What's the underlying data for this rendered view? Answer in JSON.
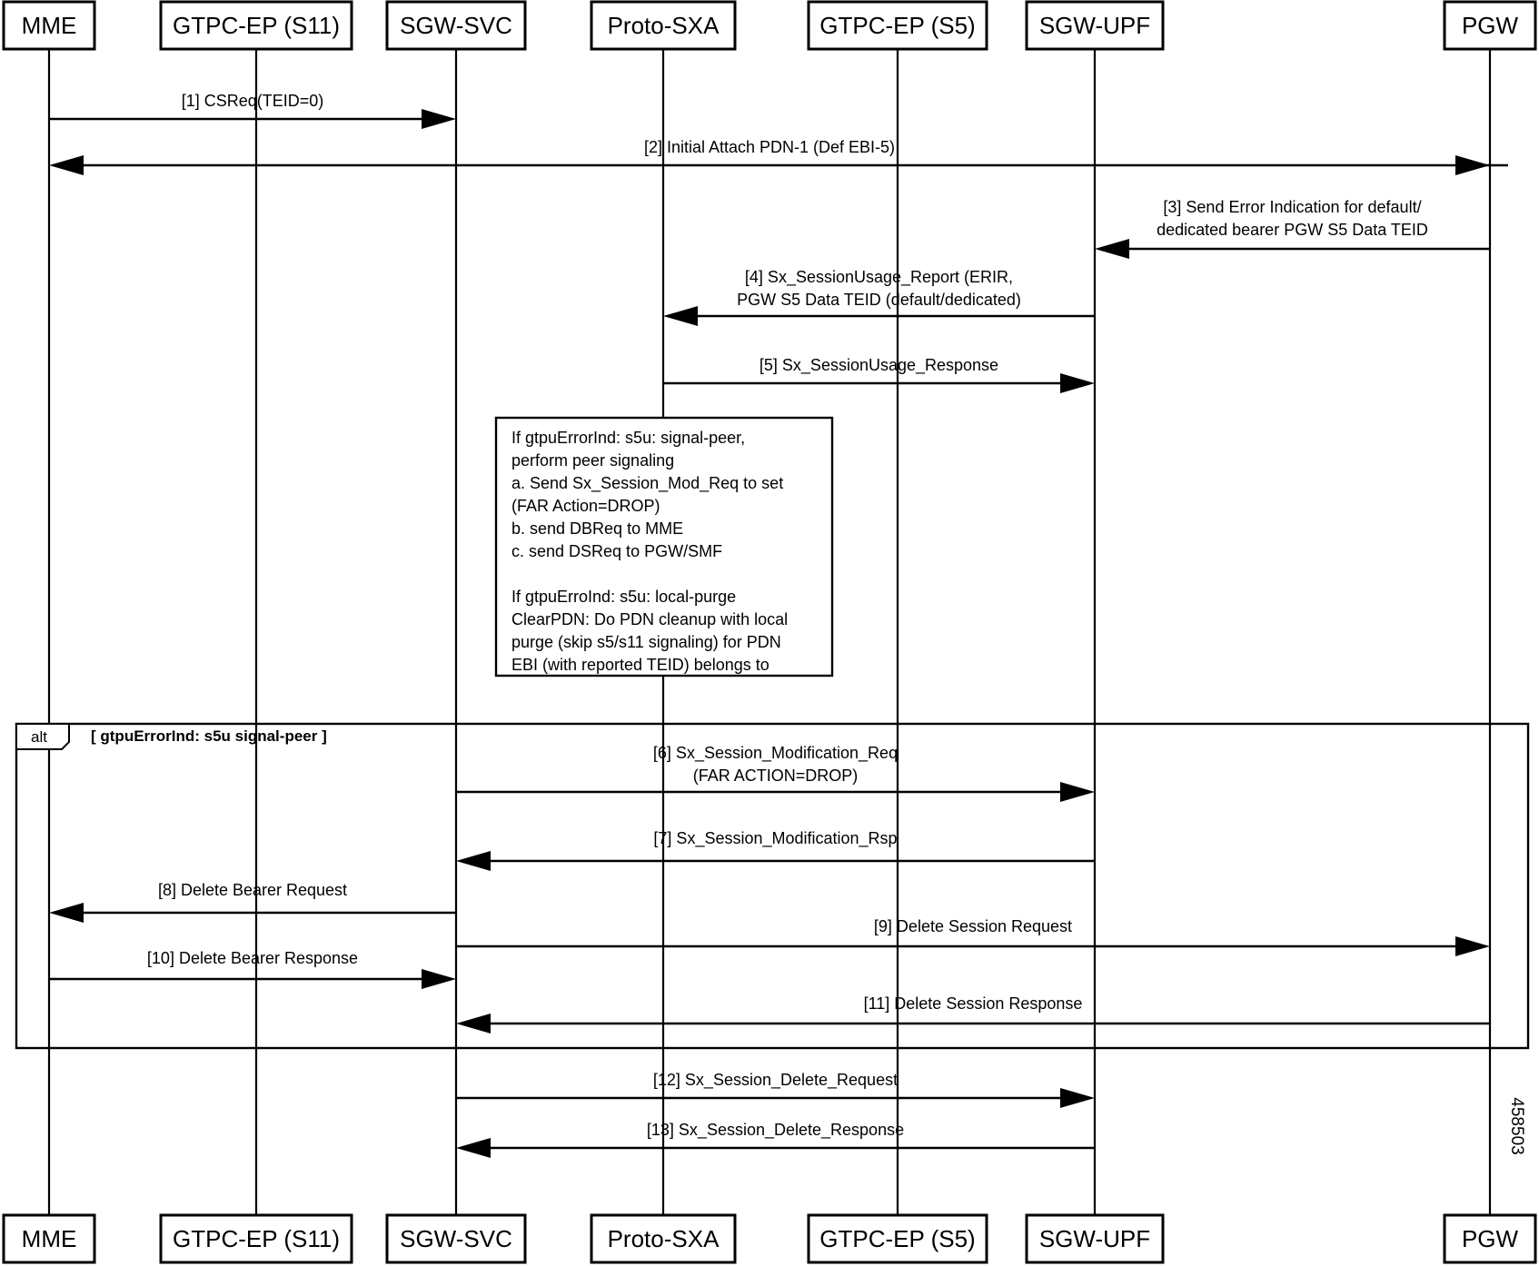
{
  "actors": [
    {
      "id": "mme",
      "label": "MME"
    },
    {
      "id": "gtpc-s11",
      "label": "GTPC-EP (S11)"
    },
    {
      "id": "sgw-svc",
      "label": "SGW-SVC"
    },
    {
      "id": "proto-sxa",
      "label": "Proto-SXA"
    },
    {
      "id": "gtpc-s5",
      "label": "GTPC-EP (S5)"
    },
    {
      "id": "sgw-upf",
      "label": "SGW-UPF"
    },
    {
      "id": "pgw",
      "label": "PGW"
    }
  ],
  "messages": [
    {
      "from": "mme",
      "to": "sgw-svc",
      "lines": [
        "[1] CSReq(TEID=0)"
      ]
    },
    {
      "from": "pgw",
      "to": "mme",
      "bidirectional": true,
      "lines": [
        "[2] Initial Attach PDN-1 (Def EBI-5)"
      ]
    },
    {
      "from": "pgw",
      "to": "sgw-upf",
      "lines": [
        "[3] Send Error Indication for default/",
        "dedicated bearer PGW S5 Data TEID"
      ]
    },
    {
      "from": "sgw-upf",
      "to": "proto-sxa",
      "lines": [
        "[4] Sx_SessionUsage_Report (ERIR,",
        "PGW S5 Data TEID (default/dedicated)"
      ]
    },
    {
      "from": "proto-sxa",
      "to": "sgw-upf",
      "lines": [
        "[5] Sx_SessionUsage_Response"
      ]
    },
    {
      "from": "sgw-svc",
      "to": "sgw-upf",
      "lines": [
        "[6] Sx_Session_Modification_Req",
        "(FAR ACTION=DROP)"
      ]
    },
    {
      "from": "sgw-upf",
      "to": "sgw-svc",
      "lines": [
        "[7] Sx_Session_Modification_Rsp"
      ]
    },
    {
      "from": "sgw-svc",
      "to": "mme",
      "lines": [
        "[8] Delete Bearer Request"
      ]
    },
    {
      "from": "sgw-svc",
      "to": "pgw",
      "lines": [
        "[9] Delete Session Request"
      ]
    },
    {
      "from": "mme",
      "to": "sgw-svc",
      "lines": [
        "[10] Delete Bearer Response"
      ]
    },
    {
      "from": "pgw",
      "to": "sgw-svc",
      "lines": [
        "[11] Delete Session Response"
      ]
    },
    {
      "from": "sgw-svc",
      "to": "sgw-upf",
      "lines": [
        "[12] Sx_Session_Delete_Request"
      ]
    },
    {
      "from": "sgw-upf",
      "to": "sgw-svc",
      "lines": [
        "[13] Sx_Session_Delete_Response"
      ]
    }
  ],
  "note": {
    "lines": [
      "If gtpuErrorInd: s5u: signal-peer,",
      "perform peer signaling",
      "a. Send Sx_Session_Mod_Req to set",
      "(FAR Action=DROP)",
      "b. send DBReq to MME",
      "c. send DSReq to PGW/SMF",
      "",
      "If gtpuErroInd: s5u: local-purge",
      "ClearPDN: Do PDN cleanup with local",
      "purge (skip s5/s11 signaling) for PDN",
      "EBI (with reported TEID) belongs to"
    ]
  },
  "frame": {
    "tag": "alt",
    "guard": "[ gtpuErrorInd: s5u signal-peer ]"
  },
  "figure_id": "458503"
}
